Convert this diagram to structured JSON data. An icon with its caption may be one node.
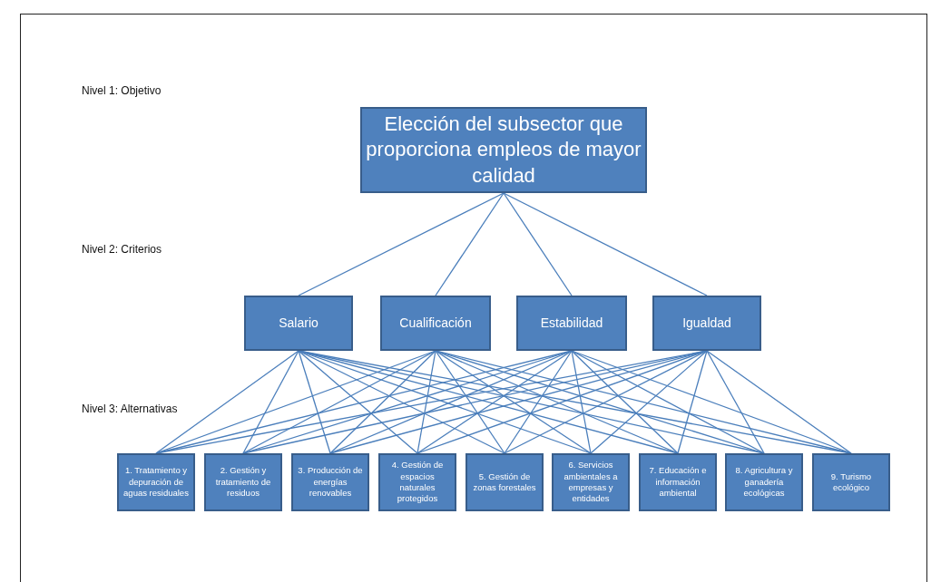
{
  "diagram": {
    "nodes": [
      {
        "text": [
          "Elección del subsector que proporciona empleos de mayor calidad"
        ]
      },
      {
        "text": [
          "Salario"
        ]
      },
      {
        "text": [
          "Cualificación"
        ]
      },
      {
        "text": [
          "Estabilidad"
        ]
      },
      {
        "text": [
          "Igualdad"
        ]
      },
      {
        "text": [
          "1. Tratamiento y depuración de aguas residuales"
        ]
      },
      {
        "text": [
          "2. Gestión y tratamiento de residuos"
        ]
      },
      {
        "text": [
          "3. Producción de energías renovables"
        ]
      },
      {
        "text": [
          "4. Gestión de espacios naturales protegidos"
        ]
      },
      {
        "text": [
          "5. Gestión de zonas forestales"
        ]
      },
      {
        "text": [
          "6. Servicios ambientales a empresas y entidades"
        ]
      },
      {
        "text": [
          "7. Educación e información ambiental"
        ]
      },
      {
        "text": [
          "8. Agricultura y ganadería ecológicas"
        ]
      },
      {
        "text": [
          "9. Turismo ecológico"
        ]
      }
    ],
    "edges": [
      {
        "from": 0,
        "to": 1,
        "arrow": "none"
      },
      {
        "from": 0,
        "to": 2,
        "arrow": "none"
      },
      {
        "from": 0,
        "to": 3,
        "arrow": "none"
      },
      {
        "from": 0,
        "to": 4,
        "arrow": "none"
      },
      {
        "from": 1,
        "to": 5,
        "arrow": "none"
      },
      {
        "from": 1,
        "to": 6,
        "arrow": "none"
      },
      {
        "from": 1,
        "to": 7,
        "arrow": "none"
      },
      {
        "from": 1,
        "to": 8,
        "arrow": "none"
      },
      {
        "from": 1,
        "to": 9,
        "arrow": "none"
      },
      {
        "from": 1,
        "to": 10,
        "arrow": "none"
      },
      {
        "from": 1,
        "to": 11,
        "arrow": "none"
      },
      {
        "from": 1,
        "to": 12,
        "arrow": "none"
      },
      {
        "from": 1,
        "to": 13,
        "arrow": "none"
      },
      {
        "from": 2,
        "to": 5,
        "arrow": "none"
      },
      {
        "from": 2,
        "to": 6,
        "arrow": "none"
      },
      {
        "from": 2,
        "to": 7,
        "arrow": "none"
      },
      {
        "from": 2,
        "to": 8,
        "arrow": "none"
      },
      {
        "from": 2,
        "to": 9,
        "arrow": "none"
      },
      {
        "from": 2,
        "to": 10,
        "arrow": "none"
      },
      {
        "from": 2,
        "to": 11,
        "arrow": "none"
      },
      {
        "from": 2,
        "to": 12,
        "arrow": "none"
      },
      {
        "from": 2,
        "to": 13,
        "arrow": "none"
      },
      {
        "from": 3,
        "to": 5,
        "arrow": "none"
      },
      {
        "from": 3,
        "to": 6,
        "arrow": "none"
      },
      {
        "from": 3,
        "to": 7,
        "arrow": "none"
      },
      {
        "from": 3,
        "to": 8,
        "arrow": "none"
      },
      {
        "from": 3,
        "to": 9,
        "arrow": "none"
      },
      {
        "from": 3,
        "to": 10,
        "arrow": "none"
      },
      {
        "from": 3,
        "to": 11,
        "arrow": "none"
      },
      {
        "from": 3,
        "to": 12,
        "arrow": "none"
      },
      {
        "from": 3,
        "to": 13,
        "arrow": "none"
      },
      {
        "from": 4,
        "to": 5,
        "arrow": "none"
      },
      {
        "from": 4,
        "to": 6,
        "arrow": "none"
      },
      {
        "from": 4,
        "to": 7,
        "arrow": "none"
      },
      {
        "from": 4,
        "to": 8,
        "arrow": "none"
      },
      {
        "from": 4,
        "to": 9,
        "arrow": "none"
      },
      {
        "from": 4,
        "to": 10,
        "arrow": "none"
      },
      {
        "from": 4,
        "to": 11,
        "arrow": "none"
      },
      {
        "from": 4,
        "to": 12,
        "arrow": "none"
      },
      {
        "from": 4,
        "to": 13,
        "arrow": "none"
      }
    ],
    "labels": [
      "Nivel 1: Objetivo",
      "Nivel 2: Criterios",
      "Nivel 3: Alternativas"
    ]
  }
}
